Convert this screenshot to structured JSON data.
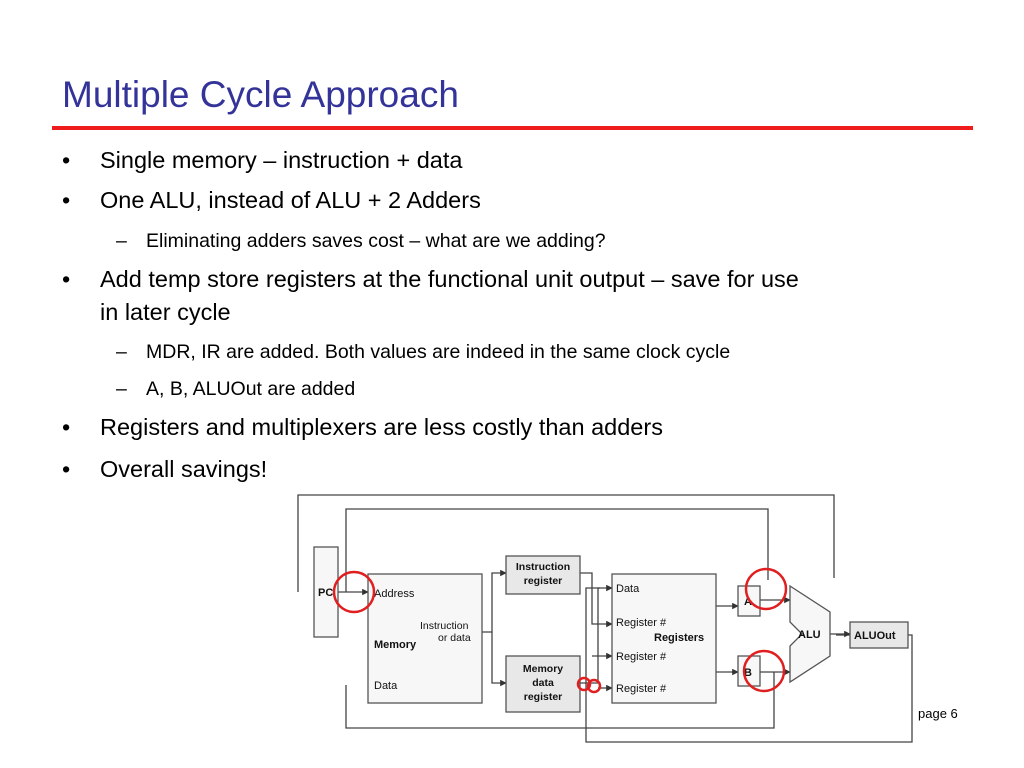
{
  "slide": {
    "title": "Multiple Cycle Approach",
    "accent_color": "#333399",
    "rule_color": "#ee1c1c",
    "page_number": "page 6"
  },
  "bullets": [
    {
      "marker": "•",
      "text": "Single memory – instruction + data"
    },
    {
      "marker": "•",
      "text": "One ALU, instead of ALU + 2 Adders"
    },
    {
      "marker": "–",
      "text": "Eliminating adders saves cost – what are we adding?"
    },
    {
      "marker": "•",
      "text": "Add temp store registers at the functional unit output – save for use"
    },
    {
      "marker": "",
      "text": "in later cycle"
    },
    {
      "marker": "–",
      "text": "MDR, IR are added. Both values are indeed in the same clock cycle"
    },
    {
      "marker": "–",
      "text": "A, B, ALUOut are added"
    },
    {
      "marker": "•",
      "text": "Registers and multiplexers are less costly than adders"
    },
    {
      "marker": "•",
      "text": "Overall savings!"
    }
  ],
  "diagram": {
    "pc": "PC",
    "memory": {
      "title": "Memory",
      "address": "Address",
      "instr_data_1": "Instruction",
      "instr_data_2": "or data",
      "data": "Data"
    },
    "ir": {
      "line1": "Instruction",
      "line2": "register"
    },
    "mdr": {
      "line1": "Memory",
      "line2": "data",
      "line3": "register"
    },
    "registers": {
      "title": "Registers",
      "data": "Data",
      "reg1": "Register #",
      "reg2": "Register #",
      "reg3": "Register #"
    },
    "a": "A",
    "b": "B",
    "alu": "ALU",
    "aluout": "ALUOut",
    "highlight_color": "#e02020"
  }
}
